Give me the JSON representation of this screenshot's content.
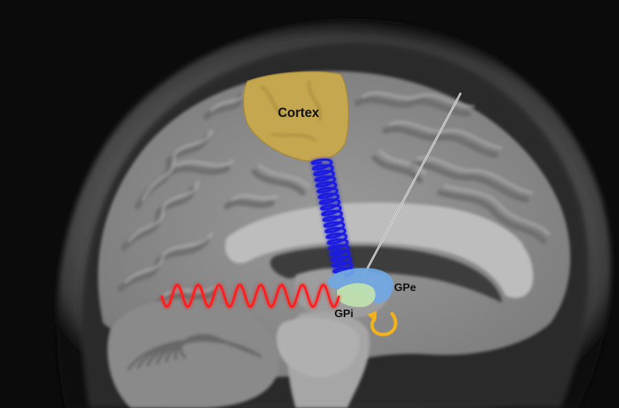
{
  "labels": {
    "cortex": "Cortex",
    "gpe": "GPe",
    "gpi": "GPi"
  },
  "colors": {
    "background": "#0b0b0b",
    "brain_gray": "#8f8f8f",
    "cortex_fill": "#c9a94c",
    "cortex_to_gpi_wave": "#1d1de0",
    "red_wave": "#ff1a1a",
    "gpe_fill": "#6fa8e6",
    "gpi_fill": "#bfe0b0",
    "loop_arrow": "#f2b21c",
    "electrode": "#e0e0e0"
  },
  "icons": {
    "loop_arrow": "curved-arrow-icon",
    "electrode": "electrode-lead"
  }
}
